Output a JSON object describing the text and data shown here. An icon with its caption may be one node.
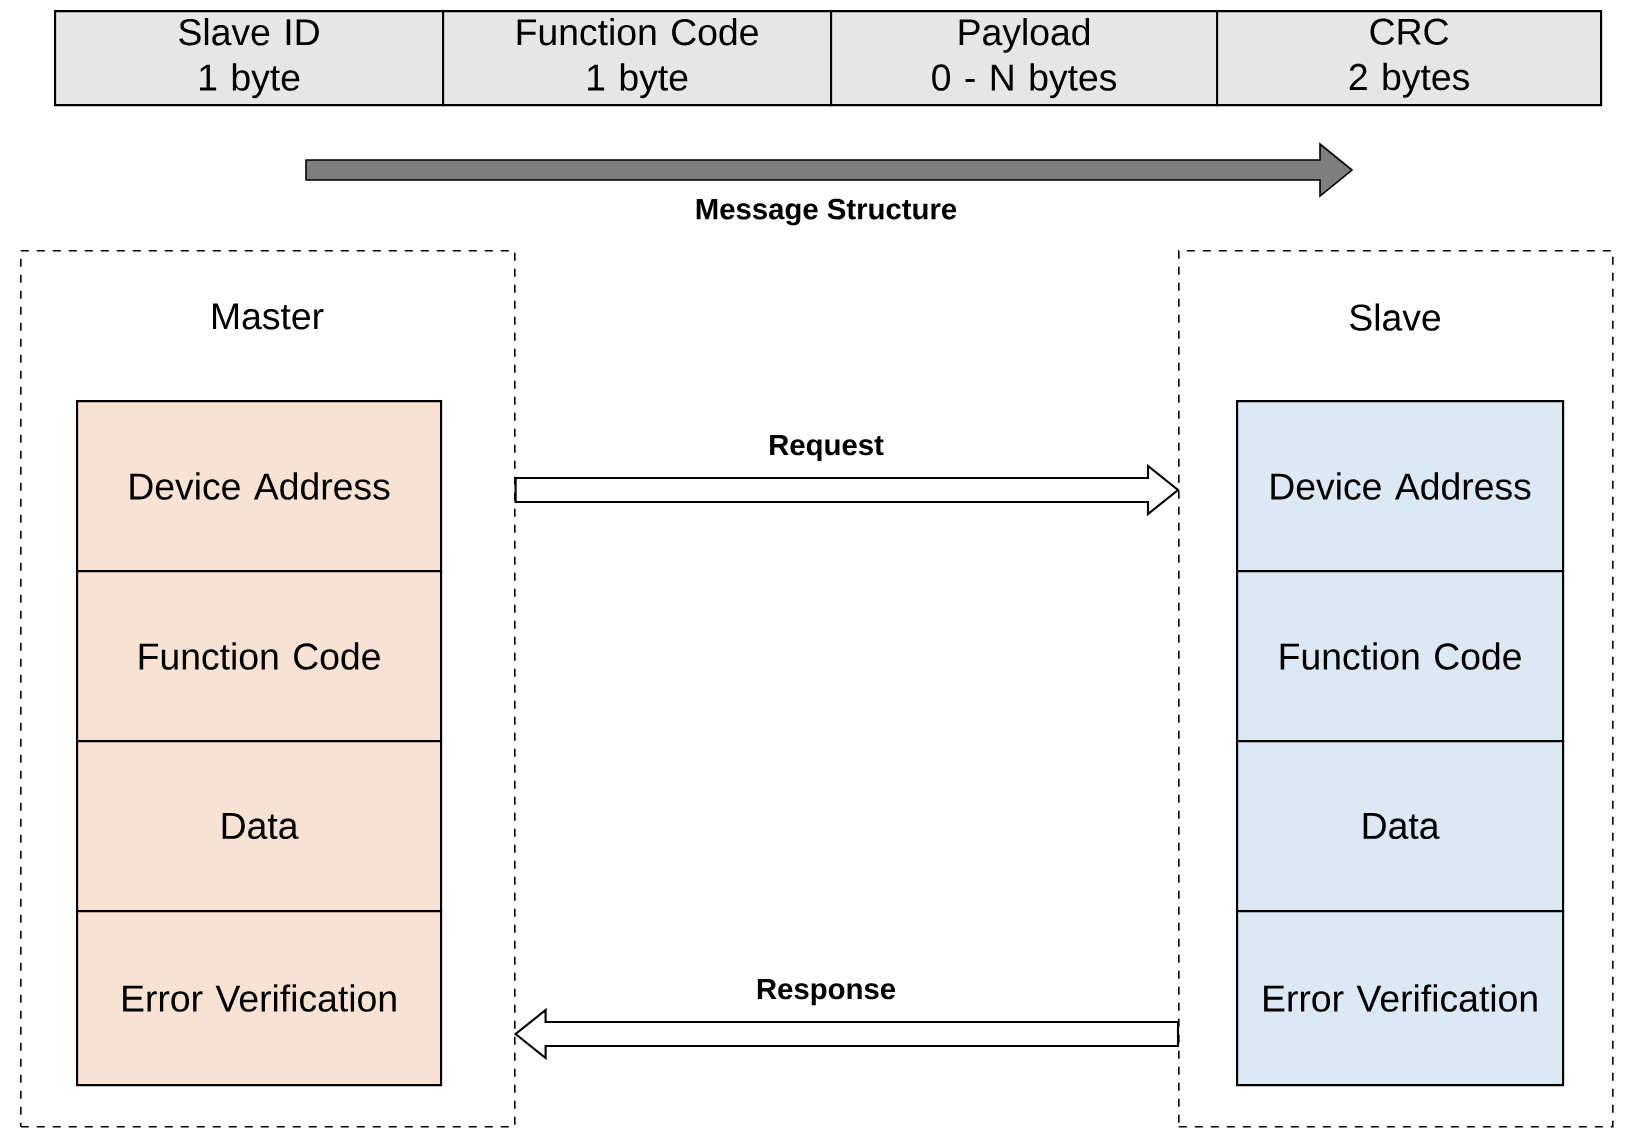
{
  "diagram": {
    "nodes": [
      {
        "text": [
          "Slave ID",
          "1 byte"
        ]
      },
      {
        "text": [
          "Function Code",
          "1 byte"
        ]
      },
      {
        "text": [
          "Payload",
          "0 - N bytes"
        ]
      },
      {
        "text": [
          "CRC",
          "2 bytes"
        ]
      },
      {
        "text": [
          "Master"
        ]
      },
      {
        "text": [
          "Device Address"
        ],
        "in": 4
      },
      {
        "text": [
          "Function Code"
        ],
        "in": 4
      },
      {
        "text": [
          "Data"
        ],
        "in": 4
      },
      {
        "text": [
          "Error Verification"
        ],
        "in": 4
      },
      {
        "text": [
          "Slave"
        ]
      },
      {
        "text": [
          "Device Address"
        ],
        "in": 9
      },
      {
        "text": [
          "Function Code"
        ],
        "in": 9
      },
      {
        "text": [
          "Data"
        ],
        "in": 9
      },
      {
        "text": [
          "Error Verification"
        ],
        "in": 9
      }
    ],
    "edges": [
      {
        "from": 4,
        "to": 9,
        "arrow": "to",
        "label": "Request"
      },
      {
        "from": 9,
        "to": 4,
        "arrow": "to",
        "label": "Response"
      }
    ],
    "labels": [
      "Message Structure"
    ]
  }
}
